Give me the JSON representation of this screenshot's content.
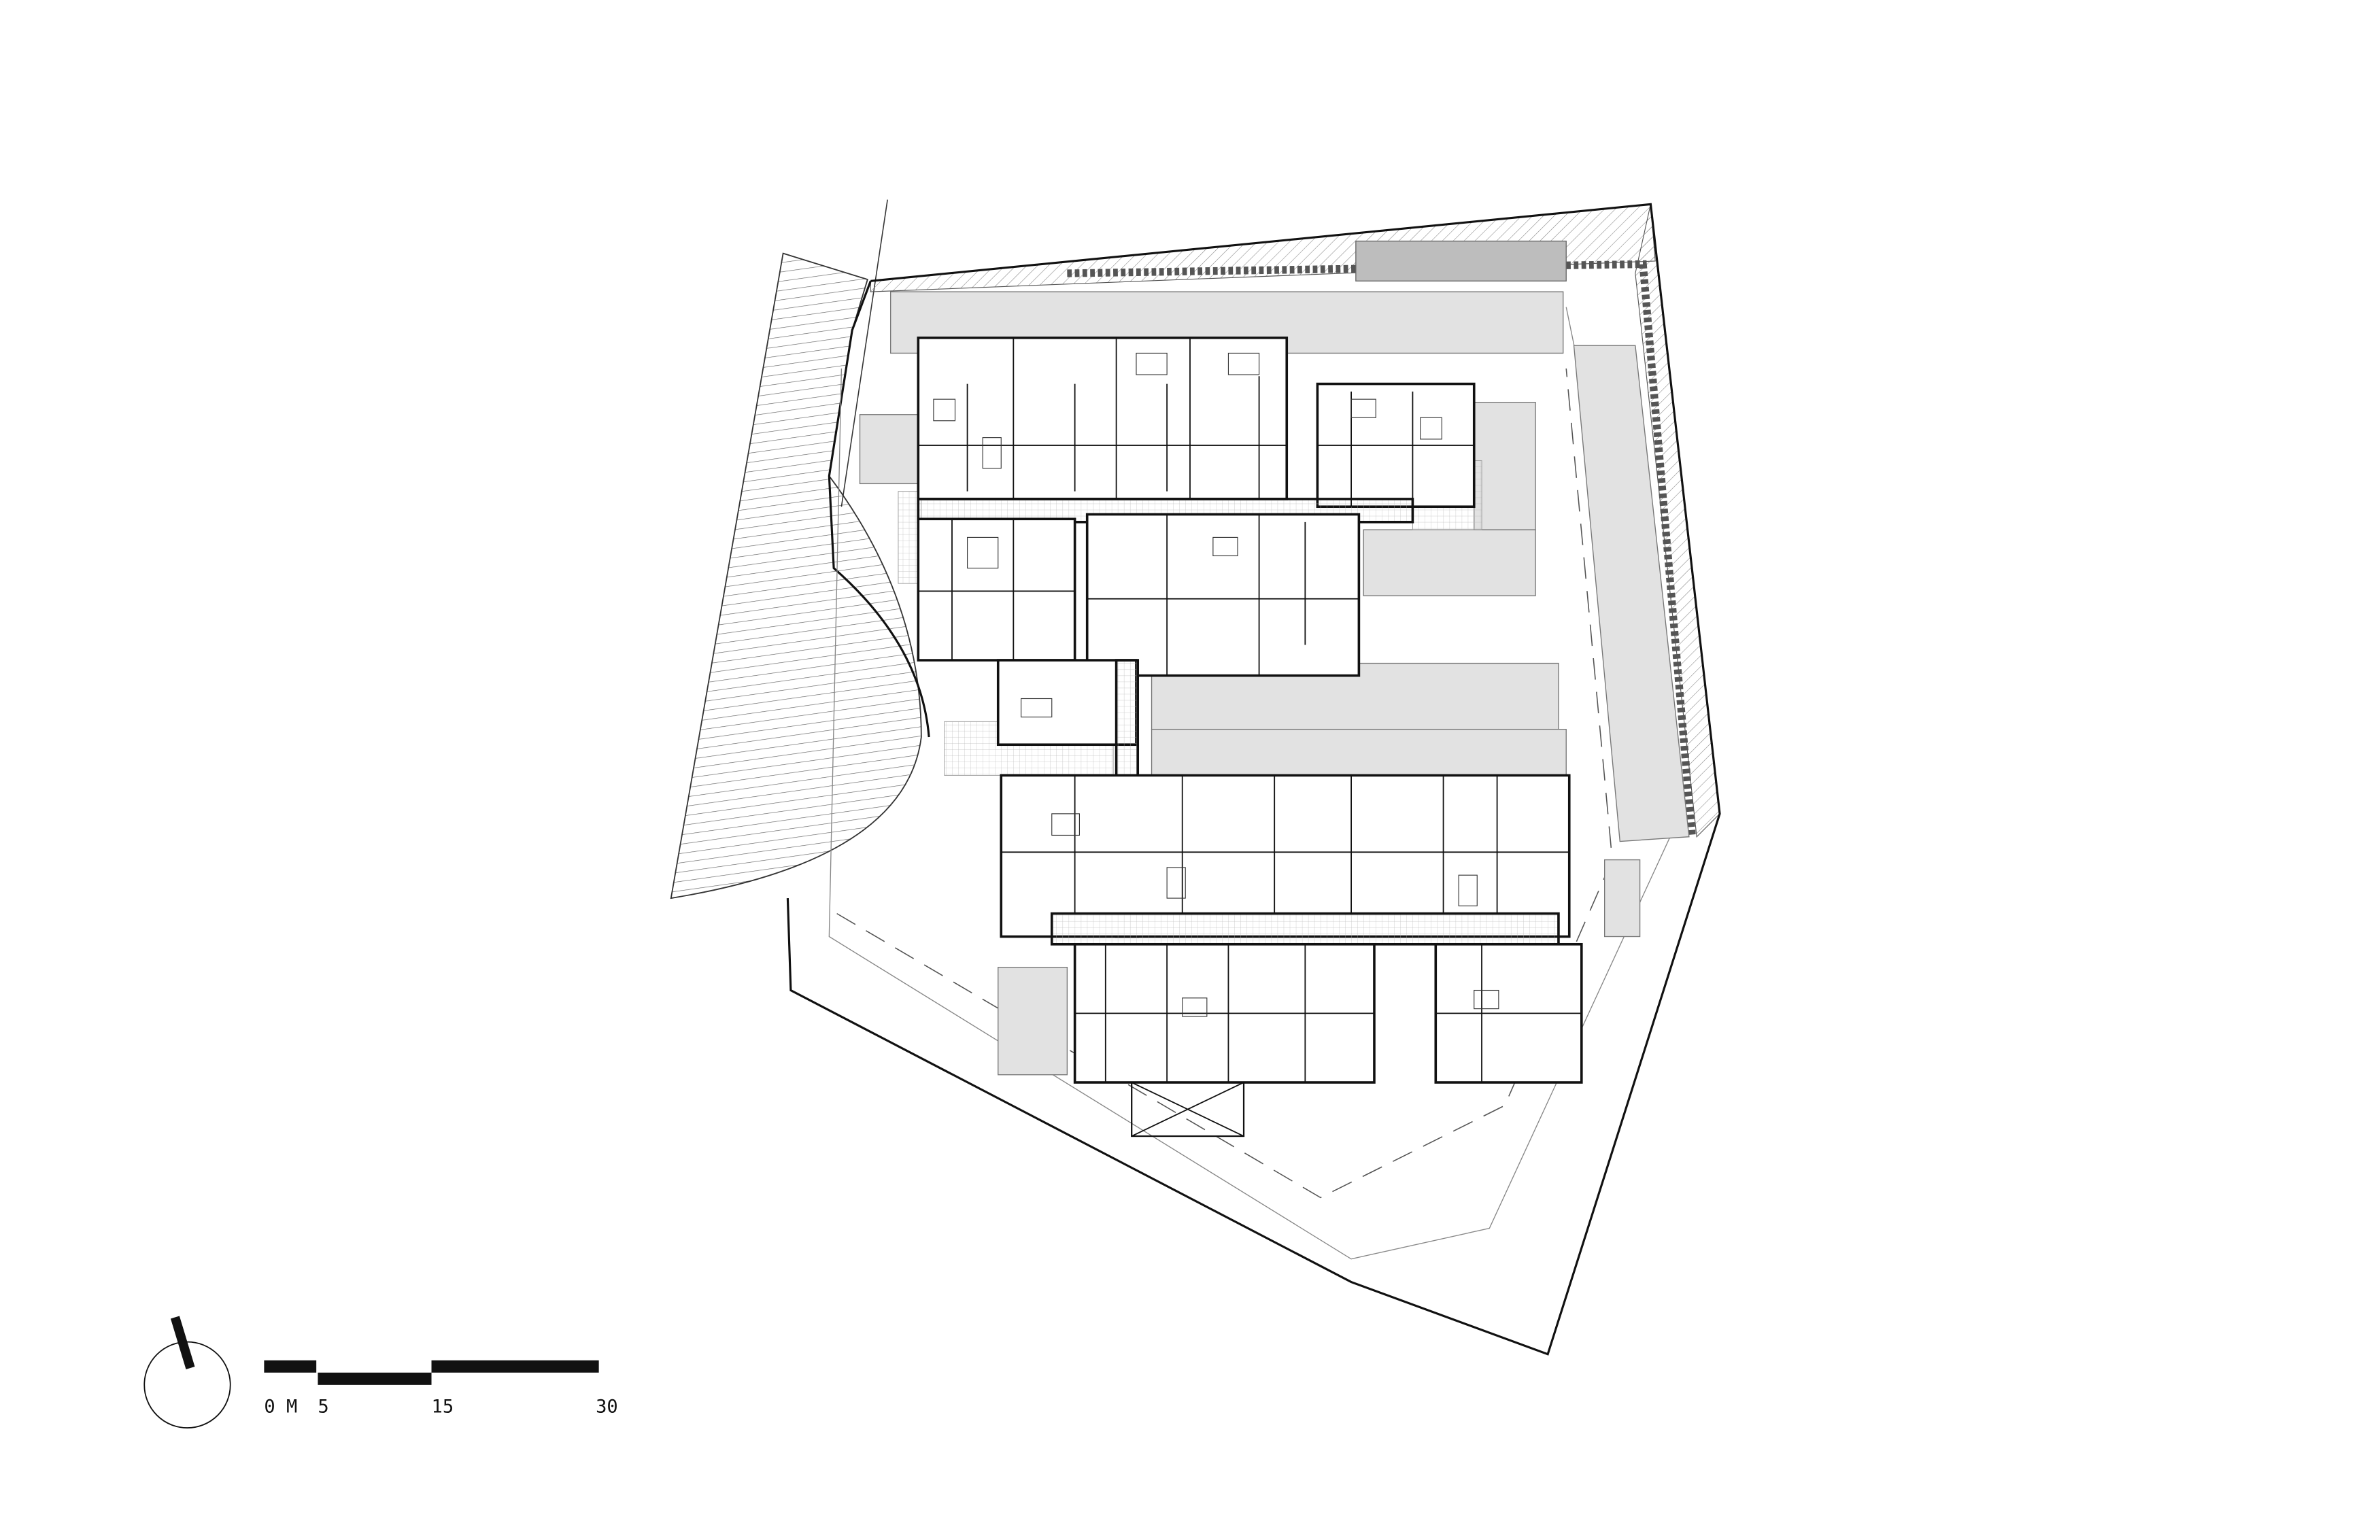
{
  "drawing": {
    "type": "site floor plan",
    "colors": {
      "line": "#111111",
      "roof_grey": "#e2e2e2",
      "dark_grey": "#bdbdbd",
      "hatch": "#777777"
    }
  },
  "north_arrow": {
    "icon": "north-arrow-icon"
  },
  "scale_bar": {
    "unit_label": "0 M",
    "ticks": [
      "5",
      "15",
      "30"
    ],
    "tick_values_m": [
      0,
      5,
      15,
      30
    ]
  }
}
